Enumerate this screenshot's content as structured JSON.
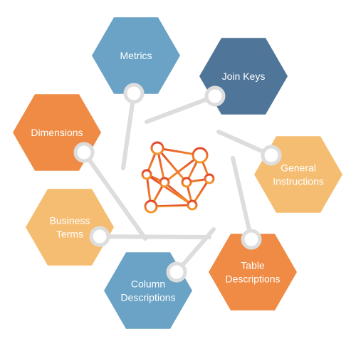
{
  "colors": {
    "blue_light": "#6aa3c6",
    "blue_dark": "#4f7598",
    "orange": "#ef8b44",
    "peach": "#f5bd72",
    "connector": "#dddddd",
    "node_ring": "#dddddd",
    "network_red": "#e2462c",
    "network_orange": "#f39a2e"
  },
  "center": {
    "icon": "neural-network-icon"
  },
  "nodes": [
    {
      "id": "metrics",
      "label_lines": [
        "Metrics"
      ],
      "color": "#6aa3c6"
    },
    {
      "id": "join-keys",
      "label_lines": [
        "Join Keys"
      ],
      "color": "#4f7598"
    },
    {
      "id": "general-instructions",
      "label_lines": [
        "General",
        "Instructions"
      ],
      "color": "#f5bd72"
    },
    {
      "id": "table-descriptions",
      "label_lines": [
        "Table",
        "Descriptions"
      ],
      "color": "#ef8b44"
    },
    {
      "id": "column-descriptions",
      "label_lines": [
        "Column",
        "Descriptions"
      ],
      "color": "#6aa3c6"
    },
    {
      "id": "business-terms",
      "label_lines": [
        "Business",
        "Terms"
      ],
      "color": "#f5bd72"
    },
    {
      "id": "dimensions",
      "label_lines": [
        "Dimensions"
      ],
      "color": "#ef8b44"
    }
  ]
}
